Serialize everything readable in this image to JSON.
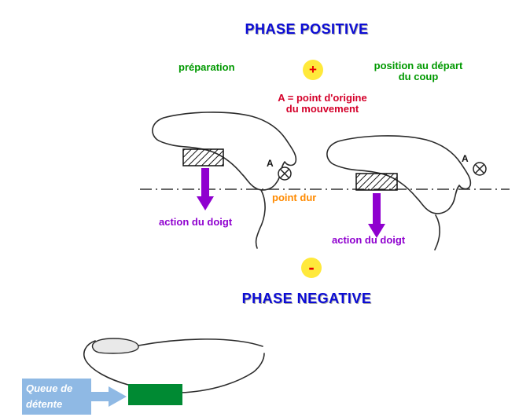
{
  "diagram": {
    "title_top": "PHASE POSITIVE",
    "title_bottom": "PHASE NEGATIVE",
    "preparation": "préparation",
    "plus": "+",
    "minus": "-",
    "position_line1": "position au départ",
    "position_line2": "du coup",
    "origin_line1": "A = point d'origine",
    "origin_line2": "du mouvement",
    "point_dur": "point dur",
    "action_left": "action du doigt",
    "action_right": "action du doigt",
    "marker_left": "A",
    "marker_right": "A",
    "queue_line1": "Queue de",
    "queue_line2": "détente",
    "colors": {
      "title_blue": "#0b0bd6",
      "green": "#009900",
      "red": "#d4002a",
      "symbol_red": "#e80000",
      "orange": "#ff8a00",
      "purple": "#8f00cf",
      "yellow": "#ffe93b",
      "trigger_green": "#008a33",
      "label_blue": "#8fb9e4",
      "sketch_stroke": "#2b2b2b"
    }
  }
}
